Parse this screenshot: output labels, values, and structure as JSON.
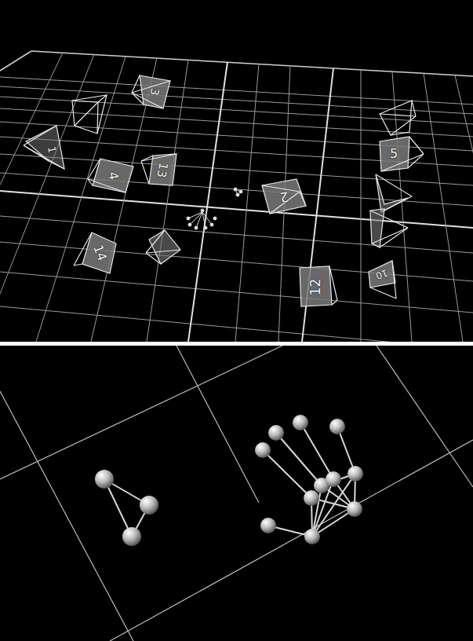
{
  "diagram": {
    "labels": [
      "3",
      "1",
      "4",
      "13",
      "2",
      "5",
      "14",
      "12",
      "10"
    ]
  }
}
